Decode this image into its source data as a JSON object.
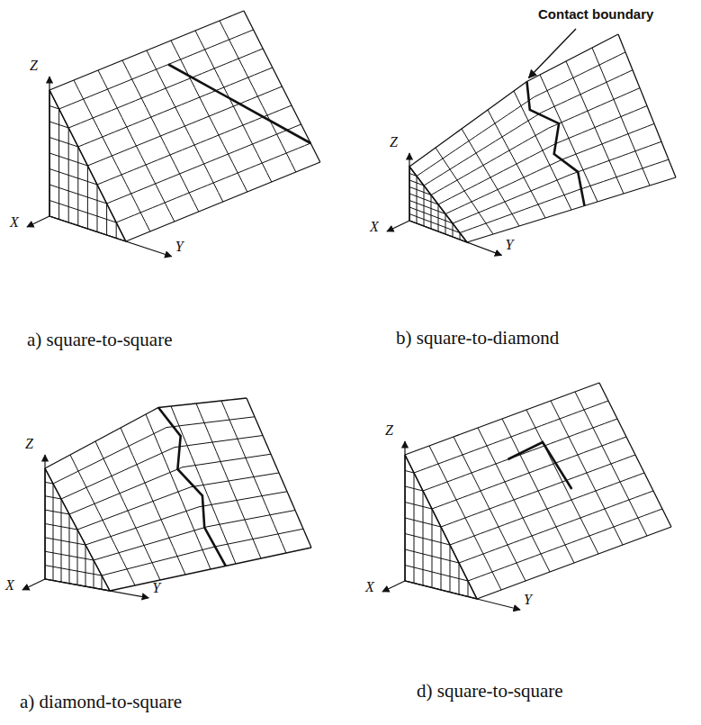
{
  "diagram": {
    "labels": [
      "Contact boundary",
      "Z",
      "X",
      "Y",
      "a) square-to-square",
      "Z",
      "X",
      "Y",
      "b) square-to-diamond",
      "Z",
      "X",
      "Y",
      "a) diamond-to-square",
      "Z",
      "X",
      "Y",
      "d) square-to-square"
    ]
  }
}
